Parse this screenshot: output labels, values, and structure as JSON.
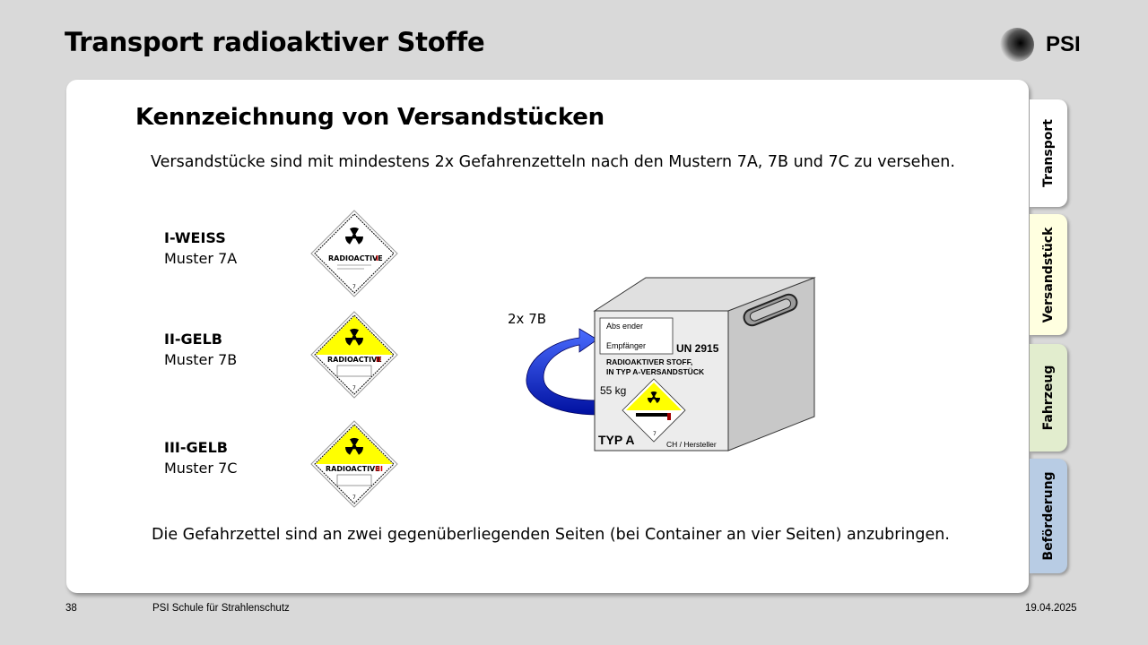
{
  "header": {
    "title": "Transport radioaktiver Stoffe",
    "logo_text": "PSI"
  },
  "slide": {
    "heading": "Kennzeichnung von Versandstücken",
    "intro": "Versandstücke sind mit mindestens 2x Gefahrenzetteln nach den Mustern 7A, 7B und 7C zu versehen.",
    "outro": "Die Gefahrzettel sind an zwei gegenüberliegenden Seiten (bei Container an vier Seiten) anzubringen.",
    "labels": [
      {
        "class": "I-WEISS",
        "muster": "Muster 7A",
        "color": "#ffffff",
        "bars": "I",
        "bar_color": "#d00000"
      },
      {
        "class": "II-GELB",
        "muster": "Muster 7B",
        "color": "#ffff00",
        "bars": "II",
        "bar_color": "#d00000"
      },
      {
        "class": "III-GELB",
        "muster": "Muster 7C",
        "color": "#ffff00",
        "bars": "III",
        "bar_color": "#d00000"
      }
    ],
    "label_text": "RADIOACTIVE",
    "package": {
      "arrow_label": "2x 7B",
      "sender": "Abs ender",
      "recipient": "Empfänger",
      "un_number": "UN 2915",
      "description_line1": "RADIOAKTIVER STOFF,",
      "description_line2": "IN TYP A-VERSANDSTÜCK",
      "weight": "55 kg",
      "type": "TYP A",
      "manufacturer": "CH / Hersteller"
    }
  },
  "tabs": [
    {
      "label": "Transport",
      "color": "#ffffff"
    },
    {
      "label": "Versandstück",
      "color": "#ffffe0"
    },
    {
      "label": "Fahrzeug",
      "color": "#e2edce"
    },
    {
      "label": "Beförderung",
      "color": "#b8cce4"
    }
  ],
  "footer": {
    "page_number": "38",
    "school": "PSI Schule für Strahlenschutz",
    "date": "19.04.2025"
  }
}
